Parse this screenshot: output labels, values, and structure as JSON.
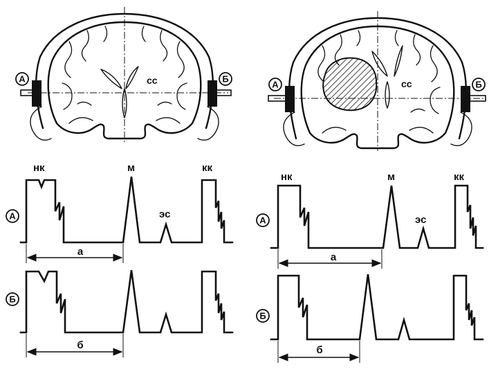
{
  "panels": {
    "left": {
      "probe_left": "А",
      "probe_right": "Б",
      "midline_label": "сс",
      "echo_a": {
        "channel": "А",
        "peak_start": "нк",
        "peak_mid": "м",
        "peak_end": "кк",
        "extra_echo": "эс",
        "measure": "а"
      },
      "echo_b": {
        "channel": "Б",
        "measure": "б"
      }
    },
    "right": {
      "probe_left": "А",
      "probe_right": "Б",
      "midline_label": "сс",
      "echo_a": {
        "channel": "А",
        "peak_start": "нк",
        "peak_mid": "м",
        "peak_end": "кк",
        "extra_echo": "эс",
        "measure": "а"
      },
      "echo_b": {
        "channel": "Б",
        "measure": "б"
      }
    }
  },
  "colors": {
    "ink": "#111111",
    "background": "#ffffff"
  }
}
